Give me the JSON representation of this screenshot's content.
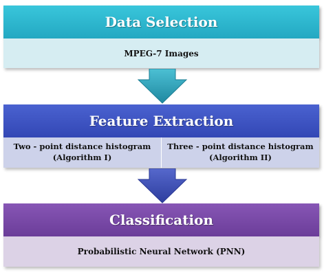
{
  "stages": [
    {
      "title": "Data Selection",
      "subtitle": "MPEG-7 Images"
    },
    {
      "title": "Feature Extraction",
      "algorithms": [
        {
          "line1": "Two - point distance histogram",
          "line2": "(Algorithm I)"
        },
        {
          "line1": "Three - point distance histogram",
          "line2": "(Algorithm II)"
        }
      ]
    },
    {
      "title": "Classification",
      "subtitle": "Probabilistic Neural Network (PNN)"
    }
  ],
  "colors": {
    "stage1_header": "#2bb8cf",
    "stage1_sub": "#d8eef3",
    "stage2_header": "#3f56c4",
    "stage2_sub": "#cfd4ea",
    "stage3_header": "#7a48a8",
    "stage3_sub": "#ddd3e7",
    "arrow1": "#2b9ab0",
    "arrow2": "#3a4db0"
  }
}
